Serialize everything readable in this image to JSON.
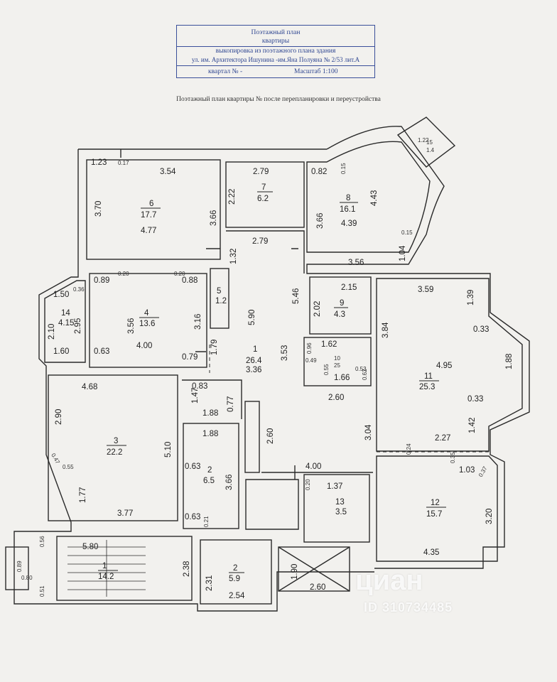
{
  "stamp": {
    "line1": "Поэтажный план",
    "line2": "квартиры",
    "line3": "выкопировка из поэтажного плана здания",
    "line4": "ул. им. Архитектора Ишунина -им.Яна Полуяна № 2/53 лит.А",
    "quarter": "квартал № -",
    "scale": "Масштаб 1:100"
  },
  "subtitle": "Поэтажный план квартиры №        после перепланировки и переустройства",
  "rooms": [
    {
      "id": "room-6",
      "num": "6",
      "area": "17.7"
    },
    {
      "id": "room-7",
      "num": "7",
      "area": "6.2"
    },
    {
      "id": "room-8",
      "num": "8",
      "area": "16.1"
    },
    {
      "id": "room-15",
      "num": "15",
      "area": "1.4"
    },
    {
      "id": "room-5",
      "num": "5",
      "area": "1.2"
    },
    {
      "id": "room-4",
      "num": "4",
      "area": "13.6"
    },
    {
      "id": "room-14",
      "num": "14",
      "area": "4.15"
    },
    {
      "id": "room-9",
      "num": "9",
      "area": "4.3"
    },
    {
      "id": "room-1",
      "num": "1",
      "area": "26.4"
    },
    {
      "id": "room-10",
      "num": "10",
      "area": "25"
    },
    {
      "id": "room-11",
      "num": "11",
      "area": "25.3"
    },
    {
      "id": "room-3",
      "num": "3",
      "area": "22.2"
    },
    {
      "id": "room-2a",
      "num": "2",
      "area": "6.5"
    },
    {
      "id": "room-13",
      "num": "13",
      "area": "3.5"
    },
    {
      "id": "room-12",
      "num": "12",
      "area": "15.7"
    },
    {
      "id": "room-1b",
      "num": "1",
      "area": "14.2"
    },
    {
      "id": "room-2b",
      "num": "2",
      "area": "5.9"
    }
  ],
  "dims": {
    "d123": "1.23",
    "d017": "0.17",
    "d354": "3.54",
    "d370": "3.70",
    "d366": "3.66",
    "d477": "4.77",
    "d279a": "2.79",
    "d222": "2.22",
    "d082": "0.82",
    "d015": "0.15",
    "d443": "4.43",
    "d366b": "3.66",
    "d439": "4.39",
    "d015b": "0.15",
    "d122": "1.22",
    "d132": "1.32",
    "d279b": "2.79",
    "d104": "1.04",
    "d356": "3.56",
    "d089": "0.89",
    "d020a": "0.20",
    "d088": "0.88",
    "d020b": "0.20",
    "d150": "1.50",
    "d036": "0.36",
    "d356b": "3.56",
    "d316": "3.16",
    "d210": "2.10",
    "d295": "2.95",
    "d160": "1.60",
    "d063": "0.63",
    "d400": "4.00",
    "d079": "0.79",
    "d546": "5.46",
    "d590": "5.90",
    "d215": "2.15",
    "d202": "2.02",
    "d359": "3.59",
    "d139": "1.39",
    "d384": "3.84",
    "d033": "0.33",
    "d179": "1.79",
    "d353": "3.53",
    "d336": "3.36",
    "d096": "0.96",
    "d162": "1.62",
    "d049": "0.49",
    "d055": "0.55",
    "d166": "1.66",
    "d053": "0.53",
    "d062": "0.62",
    "d495": "4.95",
    "d188": "1.88",
    "d033b": "0.33",
    "d468": "4.68",
    "d083": "0.83",
    "d147": "1.47",
    "d188b": "1.88",
    "d077": "0.77",
    "d260": "2.60",
    "d290": "2.90",
    "d510": "5.10",
    "d188c": "1.88",
    "d260b": "2.60",
    "d304": "3.04",
    "d142": "1.42",
    "d227": "2.27",
    "d024": "0.24",
    "d047": "0.47",
    "d055b": "0.55",
    "d400b": "4.00",
    "d035": "0.35",
    "d103": "1.03",
    "d037": "0.37",
    "d063b": "0.63",
    "d366c": "3.66",
    "d020c": "0.20",
    "d137": "1.37",
    "d177": "1.77",
    "d377": "3.77",
    "d063c": "0.63",
    "d021": "0.21",
    "d320": "3.20",
    "d056": "0.56",
    "d580": "5.80",
    "d238": "2.38",
    "d089b": "0.89",
    "d080": "0.80",
    "d051": "0.51",
    "d231": "2.31",
    "d254": "2.54",
    "d190": "1.90",
    "d260c": "2.60",
    "d435": "4.35"
  },
  "watermark": {
    "brand": "циан",
    "id": "ID 310734485"
  }
}
